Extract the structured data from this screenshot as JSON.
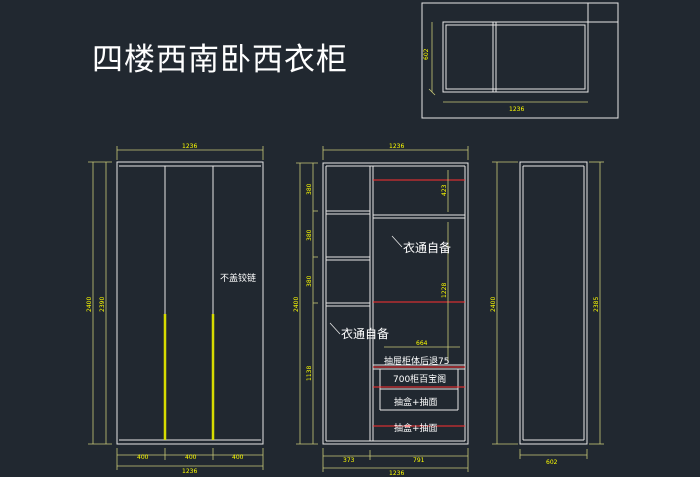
{
  "title": "四楼西南卧西衣柜",
  "notes": {
    "no_hinge": "不盖铰链",
    "clothes_rail_1": "衣通自备",
    "clothes_rail_2": "衣通自备",
    "drawer_setback": "抽屉柜体后退75",
    "cabinet_700": "700柜百宝阁",
    "drawer_box_1": "抽盒+抽面",
    "drawer_box_2": "抽盒+抽面"
  },
  "dims": {
    "front_width_top": "1236",
    "front_width_bottom": "1236",
    "front_seg_left": "400",
    "front_seg_mid": "400",
    "front_seg_right": "400",
    "front_height_outer": "2400",
    "front_height_inner": "2390",
    "inner_width_top": "1236",
    "inner_width_bottom": "1236",
    "inner_seg_left": "373",
    "inner_seg_right": "791",
    "inner_height": "2400",
    "left_shelf_1": "380",
    "left_shelf_2": "380",
    "left_shelf_3": "380",
    "left_lower": "1138",
    "right_top": "423",
    "right_mid": "1228",
    "right_bottom_width": "664",
    "side_height_outer": "2400",
    "side_height_inner": "2385",
    "side_depth": "602",
    "plan_width": "1236",
    "plan_depth": "602"
  },
  "colors": {
    "background": "#212830",
    "line": "#e6e6e6",
    "dimension": "#c8c878",
    "accent_red": "#ff3030",
    "handle": "#d7dc00"
  }
}
